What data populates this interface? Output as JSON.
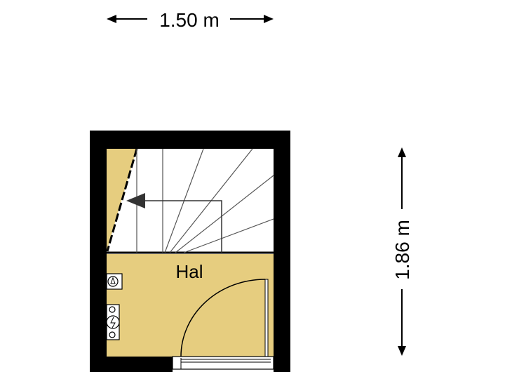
{
  "dimensions": {
    "width_label": "1.50 m",
    "height_label": "1.86 m"
  },
  "room": {
    "label": "Hal"
  },
  "colors": {
    "wall": "#000000",
    "floor": "#e6cd7f",
    "stair_lines": "#555555",
    "background": "#ffffff"
  },
  "icons": [
    "up-arrow-icon",
    "meter-cupboard-icon",
    "electric-socket-icon",
    "door-swing-icon"
  ]
}
